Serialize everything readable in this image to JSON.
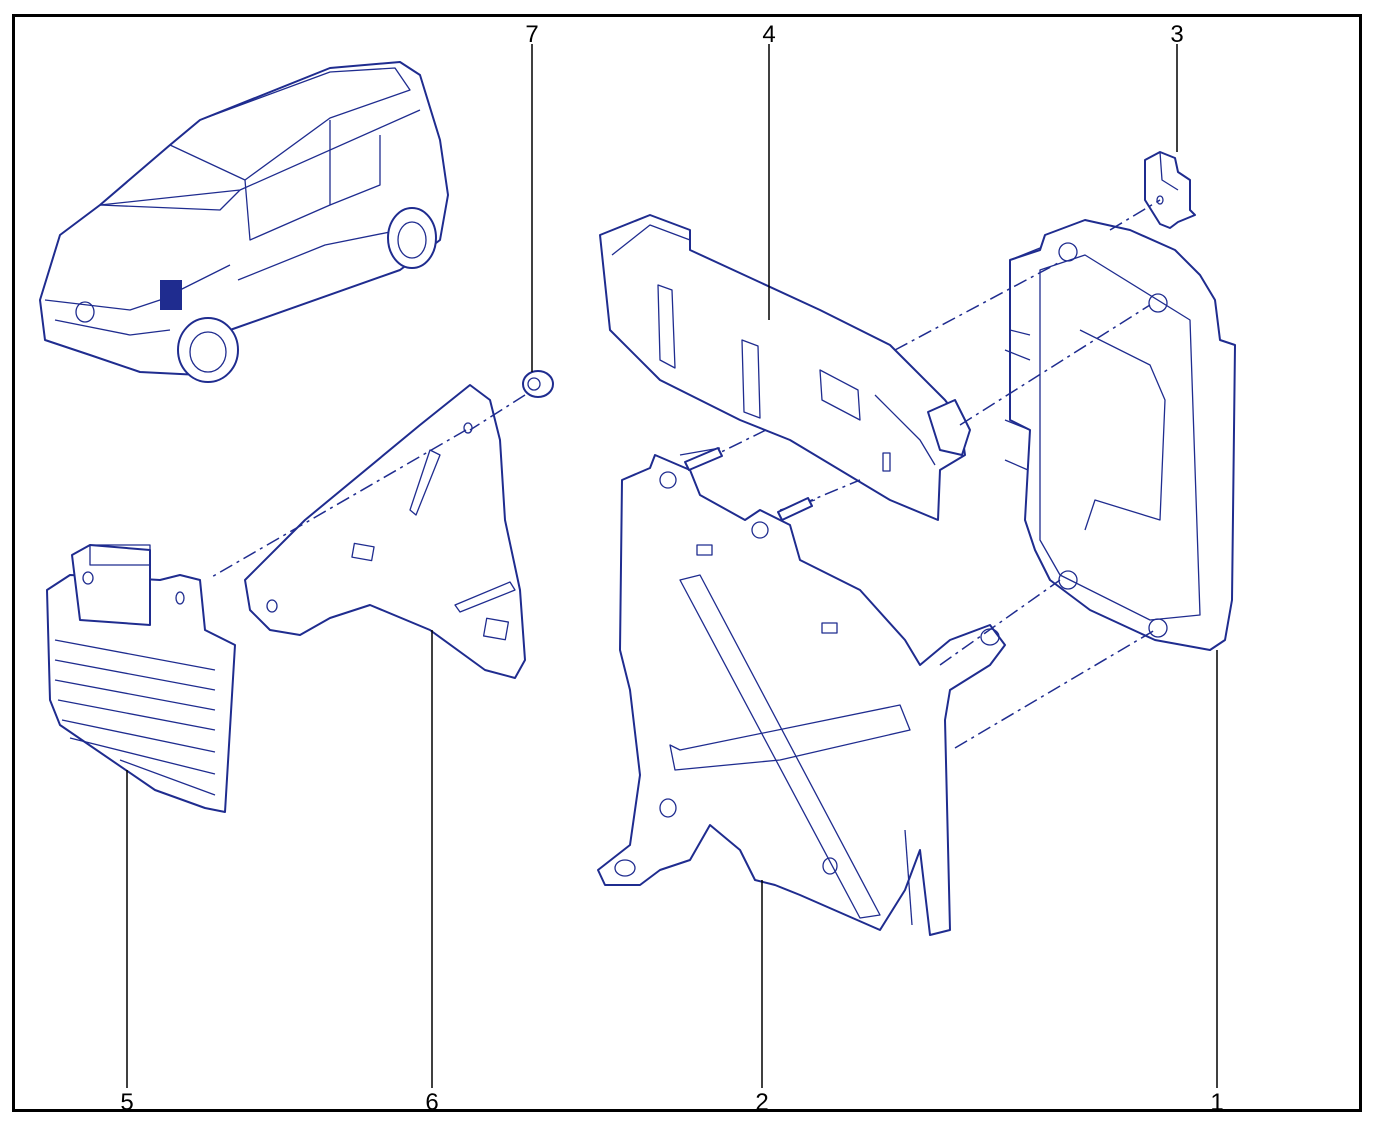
{
  "callouts": {
    "part_1": "1",
    "part_2": "2",
    "part_3": "3",
    "part_4": "4",
    "part_5": "5",
    "part_6": "6",
    "part_7": "7"
  },
  "colors": {
    "line": "#1f2c8f",
    "frame": "#000000",
    "highlight": "#1f2c8f"
  }
}
